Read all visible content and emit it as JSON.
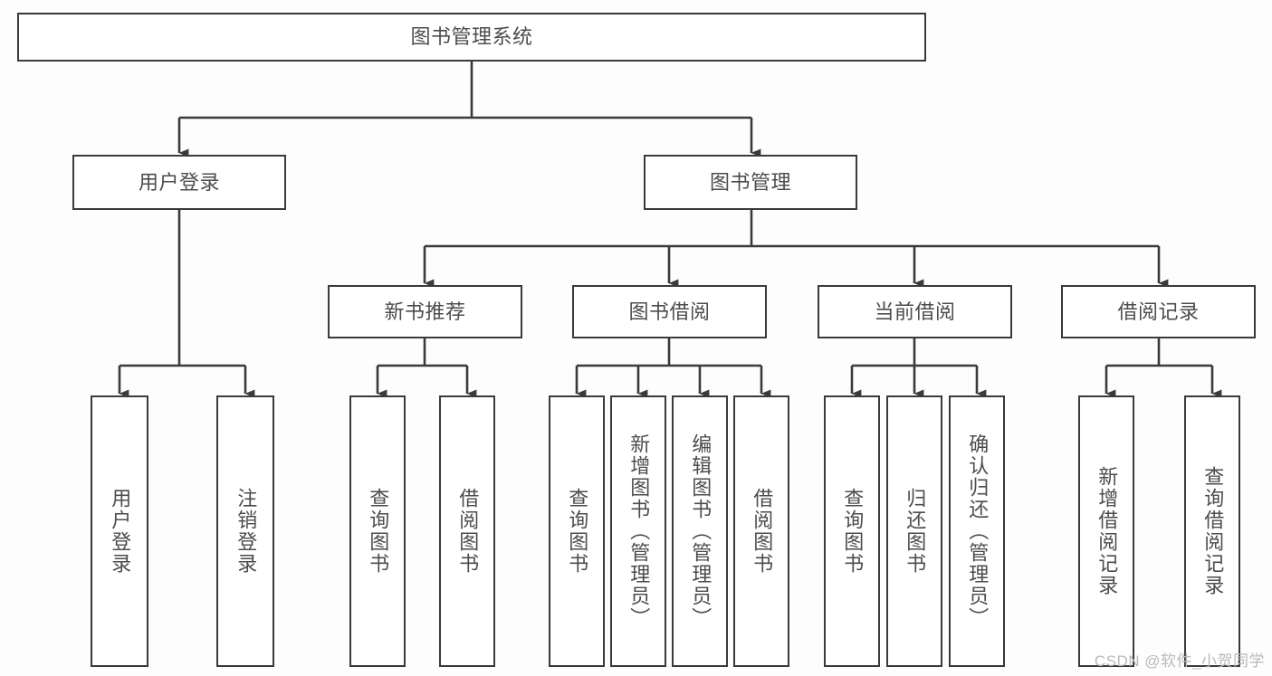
{
  "diagram": {
    "type": "tree-hierarchy-diagram",
    "title": "图书管理系统",
    "colors": {
      "box_border": "#3a3a3a",
      "box_fill": "#ffffff",
      "text": "#4c4c4c",
      "connector": "#3a3a3a",
      "background": "#fdfdfd",
      "watermark": "#b9b9b9"
    },
    "root": {
      "label": "图书管理系统"
    },
    "level2": [
      {
        "label": "用户登录"
      },
      {
        "label": "图书管理"
      }
    ],
    "level3": [
      {
        "label": "新书推荐"
      },
      {
        "label": "图书借阅"
      },
      {
        "label": "当前借阅"
      },
      {
        "label": "借阅记录"
      }
    ],
    "leaves": [
      {
        "label": "用户登录"
      },
      {
        "label": "注销登录"
      },
      {
        "label": "查询图书"
      },
      {
        "label": "借阅图书"
      },
      {
        "label": "查询图书"
      },
      {
        "label": "新增图书（管理员）"
      },
      {
        "label": "编辑图书（管理员）"
      },
      {
        "label": "借阅图书"
      },
      {
        "label": "查询图书"
      },
      {
        "label": "归还图书"
      },
      {
        "label": "确认归还（管理员）"
      },
      {
        "label": "新增借阅记录"
      },
      {
        "label": "查询借阅记录"
      }
    ],
    "watermark": "CSDN @软件_小贺同学"
  }
}
